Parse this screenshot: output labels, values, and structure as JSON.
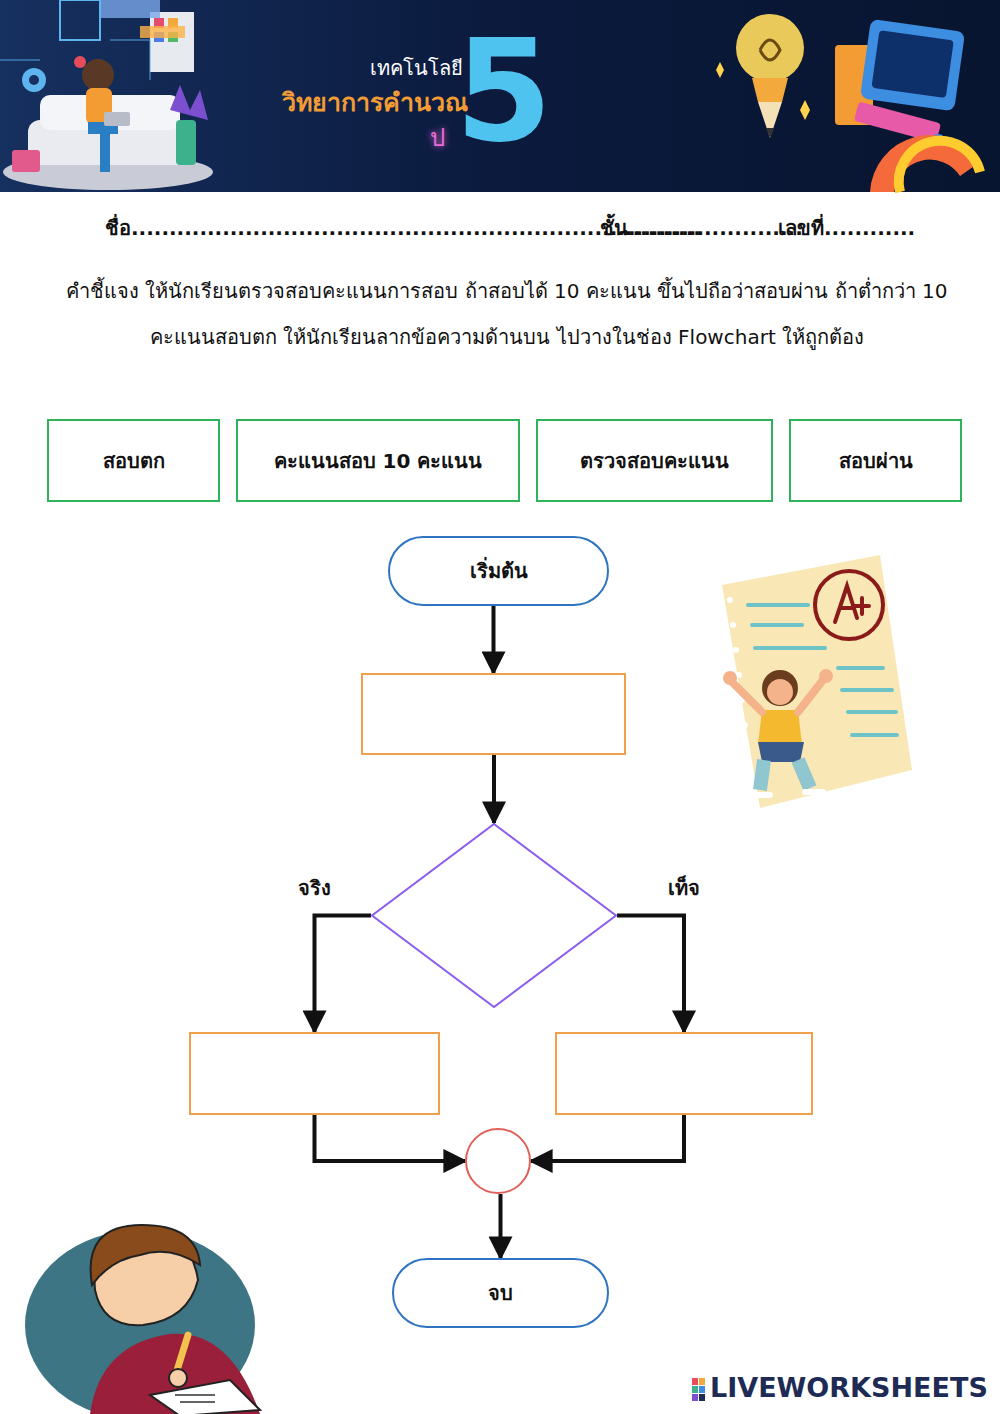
{
  "diagram": {
    "nodes": [
      {
        "text": [
          "สอบตก"
        ]
      },
      {
        "text": [
          "คะแนนสอบ 10 คะแนน"
        ]
      },
      {
        "text": [
          "ตรวจสอบคะแนน"
        ]
      },
      {
        "text": [
          "สอบผ่าน"
        ]
      },
      {
        "text": [
          "เริ่มต้น"
        ]
      },
      {
        "text": []
      },
      {
        "text": []
      },
      {
        "text": []
      },
      {
        "text": []
      },
      {
        "text": []
      },
      {
        "text": [
          "จบ"
        ]
      }
    ],
    "edges": [
      {
        "from": 4,
        "to": 5,
        "arrow": "to"
      },
      {
        "from": 5,
        "to": 6,
        "arrow": "to"
      },
      {
        "from": 6,
        "to": 7,
        "label": "จริง",
        "arrow": "to"
      },
      {
        "from": 6,
        "to": 8,
        "label": "เท็จ",
        "arrow": "to"
      },
      {
        "from": 7,
        "to": 9,
        "arrow": "to"
      },
      {
        "from": 8,
        "to": 9,
        "arrow": "to"
      },
      {
        "from": 9,
        "to": 10,
        "arrow": "to"
      }
    ],
    "labels": [
      "เทคโนโลยี",
      "วิทยาการคำนวณ",
      "ป",
      "5",
      "ชื่อ...........................................................................",
      "ชั้น.......................",
      "เลขที่............",
      "คำชี้แจง ให้นักเรียนตรวจสอบคะแนนการสอบ ถ้าสอบได้ 10 คะแนน ขึ้นไปถือว่าสอบผ่าน ถ้าต่ำกว่า 10 คะแนนสอบตก ให้นักเรียนลากข้อความด้านบน ไปวางในช่อง Flowchart ให้ถูกต้อง",
      "LIVEWORKSHEETS"
    ]
  }
}
